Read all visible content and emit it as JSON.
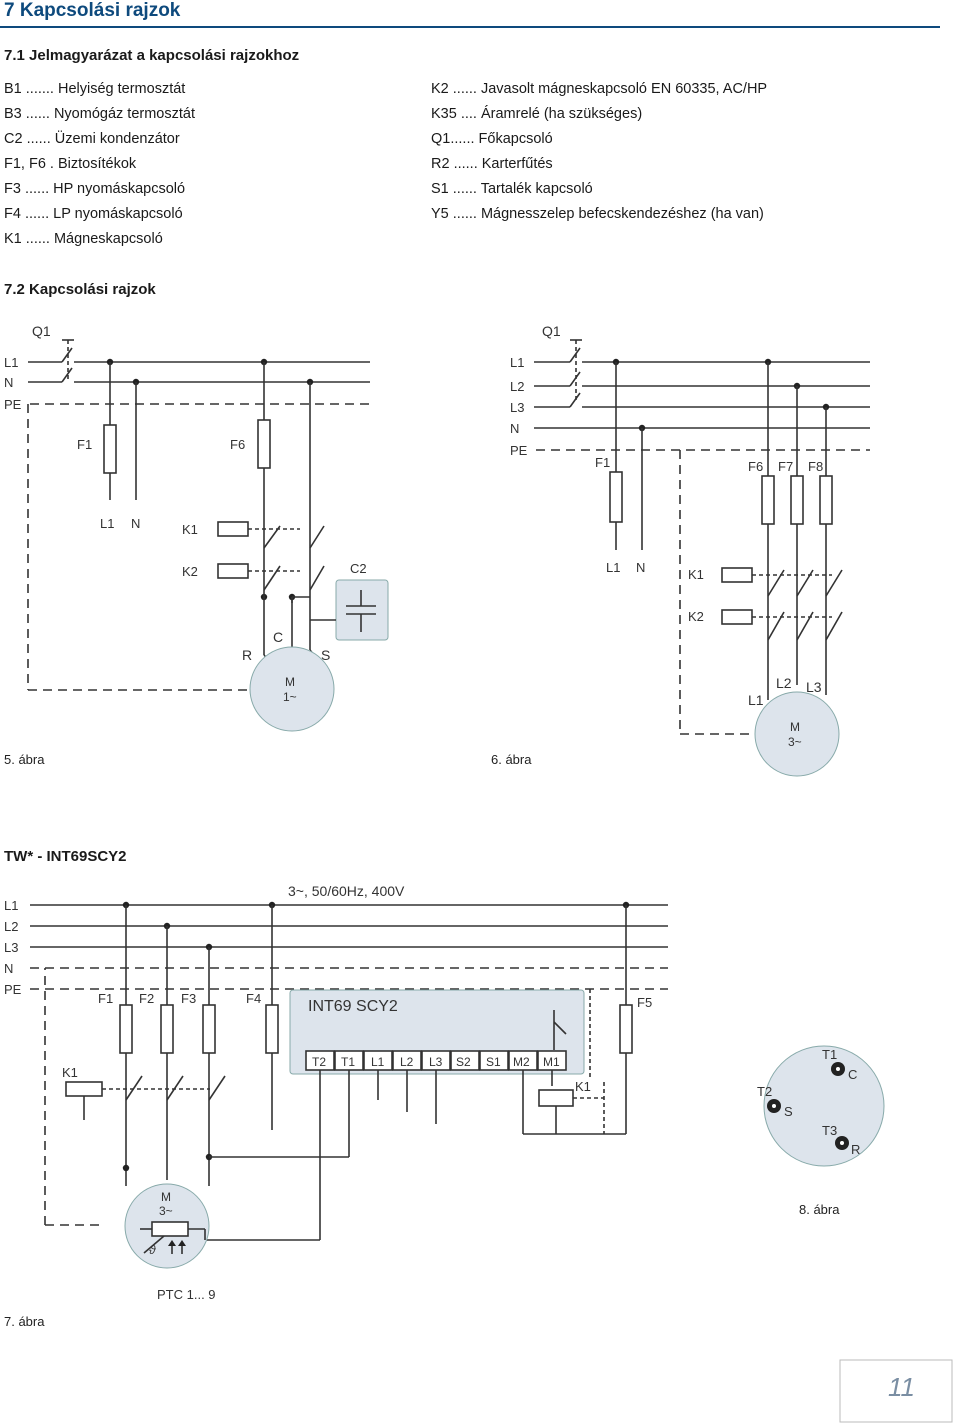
{
  "header": {
    "title": "7 Kapcsolási rajzok"
  },
  "section1": {
    "title": "7.1 Jelmagyarázat a kapcsolási rajzokhoz"
  },
  "legend_left": [
    "B1 ....... Helyiség termosztát",
    "B3 ...... Nyomógáz termosztát",
    "C2 ...... Üzemi kondenzátor",
    "F1, F6 . Biztosítékok",
    "F3 ...... HP nyomáskapcsoló",
    "F4 ...... LP nyomáskapcsoló",
    "K1 ...... Mágneskapcsoló"
  ],
  "legend_right": [
    "K2 ...... Javasolt mágneskapcsoló EN 60335, AC/HP",
    "K35 .... Áramrelé (ha szükséges)",
    "Q1...... Főkapcsoló",
    "R2 ...... Karterfűtés",
    "S1 ...... Tartalék kapcsoló",
    "Y5 ...... Mágnesszelep befecskendezéshez (ha van)"
  ],
  "section2": {
    "title": "7.2  Kapcsolási rajzok"
  },
  "fig5": {
    "caption": "5. ábra",
    "labels": {
      "q1": "Q1",
      "l1": "L1",
      "n": "N",
      "pe": "PE",
      "f1": "F1",
      "f6": "F6",
      "l1b": "L1",
      "nb": "N",
      "k1": "K1",
      "k2": "K2",
      "c2": "C2",
      "c": "C",
      "r": "R",
      "s": "S",
      "m": "M",
      "m_phase": "1~"
    }
  },
  "fig6": {
    "caption": "6. ábra",
    "labels": {
      "q1": "Q1",
      "l1": "L1",
      "l2": "L2",
      "l3": "L3",
      "n": "N",
      "pe": "PE",
      "f1": "F1",
      "f6": "F6",
      "f7": "F7",
      "f8": "F8",
      "l1b": "L1",
      "nb": "N",
      "k1": "K1",
      "k2": "K2",
      "ml1": "L1",
      "ml2": "L2",
      "ml3": "L3",
      "m": "M",
      "m_phase": "3~"
    }
  },
  "section3": {
    "title": "TW* - INT69SCY2"
  },
  "fig7": {
    "caption": "7. ábra",
    "supply": "3~, 50/60Hz, 400V",
    "labels": {
      "l1": "L1",
      "l2": "L2",
      "l3": "L3",
      "n": "N",
      "pe": "PE",
      "f1": "F1",
      "f2": "F2",
      "f3": "F3",
      "f4": "F4",
      "f5": "F5",
      "int69": "INT69 SCY2",
      "k1": "K1",
      "k1b": "K1",
      "m": "M",
      "m_phase": "3~",
      "ptc": "PTC 1... 9",
      "theta": "ϑ"
    },
    "terminals": [
      "T2",
      "T1",
      "L1",
      "L2",
      "L3",
      "S2",
      "S1",
      "M2",
      "M1"
    ]
  },
  "fig8": {
    "caption": "8. ábra",
    "labels": {
      "t1": "T1",
      "c": "C",
      "t2": "T2",
      "s": "S",
      "t3": "T3",
      "r": "R"
    }
  },
  "page": {
    "number": "11"
  }
}
